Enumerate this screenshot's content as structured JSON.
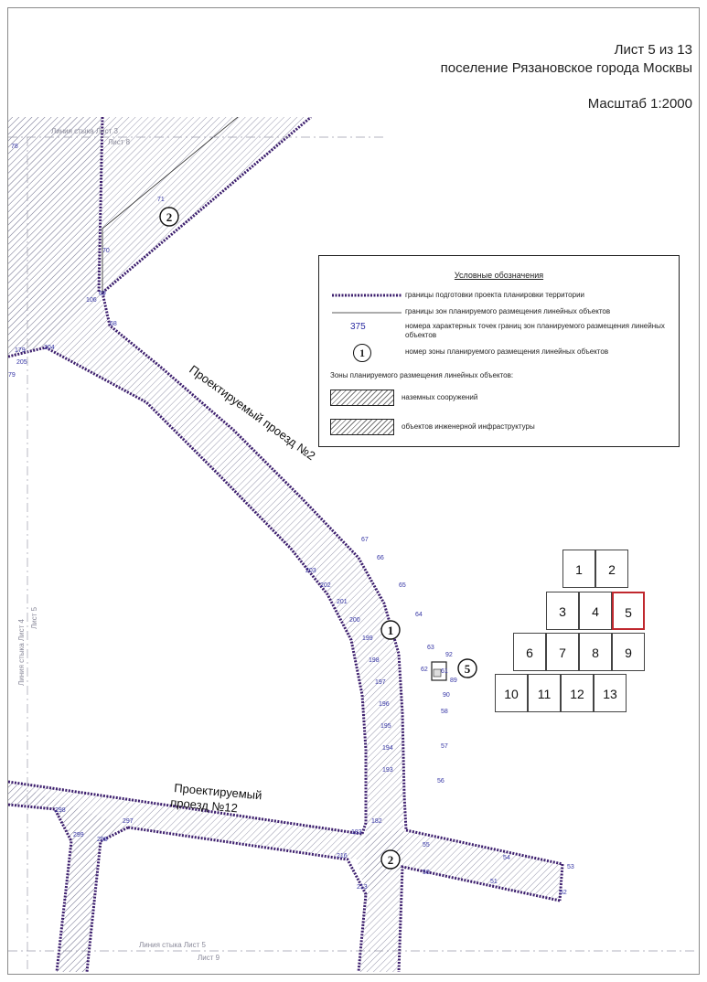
{
  "header": {
    "sheet": "Лист 5 из 13",
    "settlement": "поселение Рязановское города Москвы",
    "scale": "Масштаб 1:2000"
  },
  "legend": {
    "title": "Условные обозначения",
    "items": [
      {
        "label": "границы подготовки проекта планировки территории"
      },
      {
        "label": "границы зон планируемого размещения линейных объектов"
      },
      {
        "label": "номера характерных точек границ зон планируемого размещения линейных объектов",
        "sample": "375"
      },
      {
        "label": "номер зоны планируемого размещения линейных объектов",
        "sample": "1"
      }
    ],
    "zones_title": "Зоны планируемого размещения линейных объектов:",
    "zones": [
      {
        "label": "наземных сооружений"
      },
      {
        "label": "объектов инженерной инфраструктуры"
      }
    ]
  },
  "map": {
    "roads": [
      {
        "label": "Проектируемый проезд №2"
      },
      {
        "label_line1": "Проектируемый",
        "label_line2": "проезд №12"
      }
    ],
    "zone_markers": [
      "2",
      "1",
      "5",
      "2"
    ],
    "junction_lines": [
      {
        "label": "Линия стыка Лист 3"
      },
      {
        "label": "Лист 8"
      },
      {
        "label": "Линия стыка Лист 4"
      },
      {
        "label": "Лист 5"
      },
      {
        "label": "Линия стыка Лист 5"
      },
      {
        "label": "Лист 9"
      }
    ],
    "points": [
      "78",
      "71",
      "70",
      "106",
      "69",
      "68",
      "179",
      "204",
      "205",
      "79",
      "67",
      "66",
      "203",
      "65",
      "202",
      "201",
      "64",
      "200",
      "199",
      "63",
      "92",
      "62",
      "61",
      "198",
      "89",
      "90",
      "197",
      "58",
      "196",
      "195",
      "57",
      "194",
      "193",
      "56",
      "298",
      "299",
      "298",
      "297",
      "182",
      "183",
      "55",
      "216",
      "54",
      "53",
      "50",
      "51",
      "213",
      "52"
    ]
  },
  "sheet_index": {
    "cells": [
      "1",
      "2",
      "3",
      "4",
      "5",
      "6",
      "7",
      "8",
      "9",
      "10",
      "11",
      "12",
      "13"
    ],
    "current": "5"
  },
  "colors": {
    "boundary": "#3d1f6e",
    "hatch": "#7e7e98",
    "point_label": "#3535a5",
    "current_sheet": "#c0282e"
  }
}
